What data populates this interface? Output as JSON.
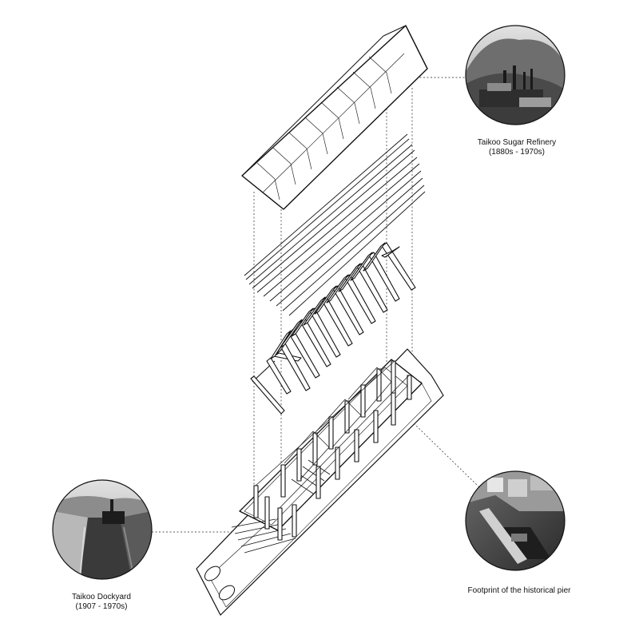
{
  "callouts": [
    {
      "id": "refinery",
      "title": "Taikoo Sugar Refinery",
      "period": "(1880s - 1970s)",
      "photo_icon": "industrial-refinery-photo"
    },
    {
      "id": "dockyard",
      "title": "Taikoo Dockyard",
      "period": "(1907 - 1970s)",
      "photo_icon": "dry-dock-ship-photo"
    },
    {
      "id": "pier",
      "title": "Footprint of the historical pier",
      "period": "",
      "photo_icon": "aerial-pier-photo"
    }
  ],
  "colors": {
    "line": "#111111",
    "photo_dark": "#3a3a3a",
    "photo_light": "#cfcfcf",
    "background": "#ffffff"
  }
}
